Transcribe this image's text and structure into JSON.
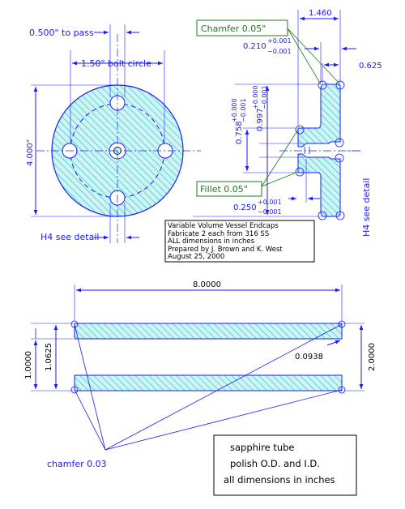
{
  "endcap": {
    "pass_label": "0.500\" to pass",
    "bolt_circle_label": "1.50\" bolt circle",
    "dia_label": "4.000\"",
    "detail_left_label": "H4 see detail",
    "chamfer_callout": "Chamfer 0.05\"",
    "dim_1460": "1.460",
    "dim_0210_base": "0.210",
    "dim_0210_tol_plus": "+0.001",
    "dim_0210_tol_minus": "−0.001",
    "dim_0625": "0.625",
    "dim_0758_base": "0.758",
    "dim_0758_tol_plus": "+0.000",
    "dim_0758_tol_minus": "−0.001",
    "dim_0997_base": "0.997",
    "dim_0997_tol_plus": "+0.000",
    "dim_0997_tol_minus": "−0.001",
    "fillet_callout": "Fillet 0.05\"",
    "dim_0250_base": "0.250",
    "dim_0250_tol_plus": "+0.001",
    "dim_0250_tol_minus": "−0.001",
    "detail_right_label": "H4 see detail",
    "title_lines": [
      "Variable Volume Vessel Endcaps",
      "Fabricate 2 each from 316 SS",
      "ALL dimensions in inches",
      "Prepared by J. Brown and K. West",
      "August 25, 2000"
    ]
  },
  "tube": {
    "length_label": "8.0000",
    "dim_10000": "1.0000",
    "dim_10625": "1.0625",
    "dim_00938": "0.0938",
    "dim_20000": "2.0000",
    "chamfer_label": "chamfer 0.03",
    "note_lines": [
      "sapphire tube",
      "polish O.D. and I.D.",
      "all dimensions in inches"
    ]
  },
  "colors": {
    "outline": "#1a1aff",
    "hatch": "#34c6cc",
    "fill": "#c9f2f2",
    "callout_green": "#1f7a1f",
    "text": "#000000"
  }
}
